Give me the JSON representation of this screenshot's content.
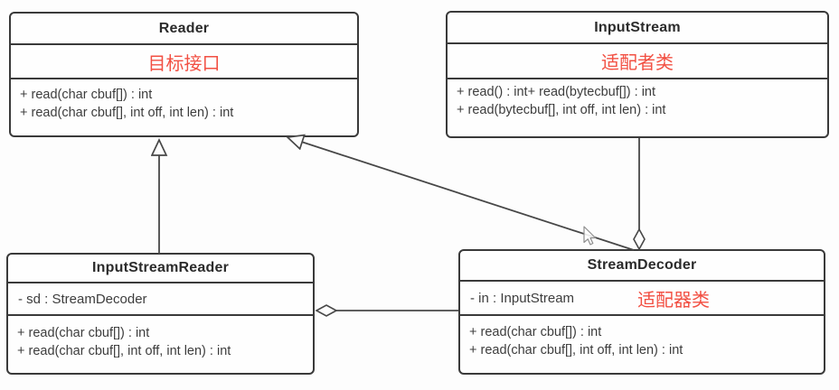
{
  "diagram": {
    "title": "Adapter pattern UML class diagram (Reader / InputStream / InputStreamReader / StreamDecoder)",
    "classes": [
      {
        "name": "Reader",
        "annotation": "目标接口",
        "attr": "",
        "methods": [
          "+ read(char cbuf[]) : int",
          "+ read(char cbuf[], int off, int len) : int"
        ]
      },
      {
        "name": "InputStream",
        "annotation": "适配者类",
        "attr": "",
        "methods": [
          "+ read() : int+ read(bytecbuf[]) : int",
          "+ read(bytecbuf[], int off, int len) : int"
        ]
      },
      {
        "name": "InputStreamReader",
        "annotation": "",
        "attr": "- sd : StreamDecoder",
        "methods": [
          "+ read(char cbuf[]) : int",
          "+ read(char cbuf[], int off, int len) : int"
        ]
      },
      {
        "name": "StreamDecoder",
        "annotation": "适配器类",
        "attr": "- in : InputStream",
        "methods": [
          "+ read(char cbuf[]) : int",
          "+ read(char cbuf[], int off, int len) : int"
        ]
      }
    ],
    "relationships": [
      {
        "from": "InputStreamReader",
        "to": "Reader",
        "type": "generalization",
        "marker": "hollow-triangle"
      },
      {
        "from": "StreamDecoder",
        "to": "Reader",
        "type": "generalization",
        "marker": "hollow-triangle"
      },
      {
        "from": "InputStream",
        "to": "StreamDecoder",
        "type": "aggregation",
        "marker": "hollow-diamond"
      },
      {
        "from": "StreamDecoder",
        "to": "InputStreamReader",
        "type": "aggregation",
        "marker": "hollow-diamond"
      }
    ],
    "icons": {
      "cursor": "mouse-pointer-arrow"
    },
    "colors": {
      "annotation_red": "#f25043",
      "box_border": "#3a3a3a",
      "title_text": "#2b2b2b",
      "member_text": "#3d3d3d",
      "connector_line": "#474747",
      "background": "#fdfdfd"
    }
  }
}
